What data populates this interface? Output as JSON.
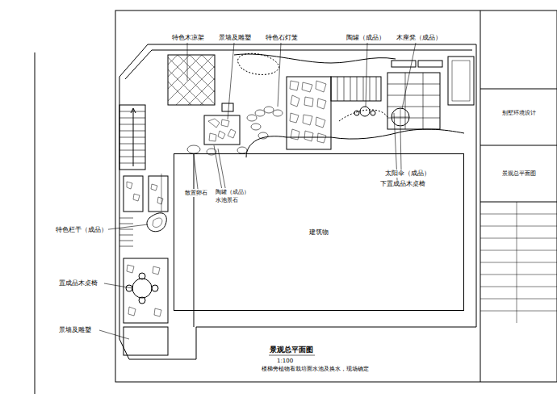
{
  "diagram": {
    "title": "景观总平面图",
    "nodes": [
      {
        "text": [
          "建筑物"
        ]
      },
      {
        "text": [
          "别墅环境设计"
        ]
      },
      {
        "text": [
          "景观总平面图"
        ]
      }
    ],
    "labels": [
      "特色木凉架",
      "景墙及雕塑",
      "特色石灯笼",
      "陶罐（成品）",
      "木座凳（成品）",
      "散置卵石",
      "陶罐（成品）",
      "水池景石",
      "太阳伞（成品）",
      "下置成品木桌椅",
      "特色栏干（成品）",
      "置成品木桌椅",
      "景墙及雕塑",
      "1:100",
      "楼梯旁植物看栽培面水池及换水，现场确定"
    ]
  }
}
